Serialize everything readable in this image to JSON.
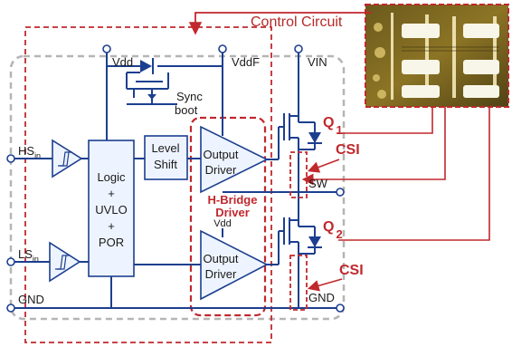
{
  "labels": {
    "control_circuit": "Control Circuit",
    "vdd_top": "Vdd",
    "vddf": "VddF",
    "vin": "VIN",
    "sync_boot": [
      "Sync",
      "boot"
    ],
    "hs_in": "HS",
    "hs_sub": "in",
    "ls_in": "LS",
    "ls_sub": "in",
    "gnd_left": "GND",
    "gnd_right": "GND",
    "logic_block": [
      "Logic",
      "+",
      "UVLO",
      "+",
      "POR"
    ],
    "level_shift": [
      "Level",
      "Shift"
    ],
    "output_driver_top": [
      "Output",
      "Driver"
    ],
    "output_driver_bottom": [
      "Output",
      "Driver"
    ],
    "vdd_mid": "Vdd",
    "sw": "SW",
    "hbridge": [
      "H-Bridge",
      "Driver"
    ],
    "q": "Q",
    "q1_num": "1",
    "q2_num": "2",
    "csi_top": "CSI",
    "csi_bottom": "CSI"
  },
  "colors": {
    "wire": "#1c3f8f",
    "annotation_red": "#c0282d",
    "dash_gray": "#b5b5b5"
  },
  "icons": {
    "schmitt": "schmitt-trigger-symbol",
    "diode": "diode-symbol",
    "mosfet": "nmos-transistor-symbol",
    "photo": "pcb-photo"
  }
}
